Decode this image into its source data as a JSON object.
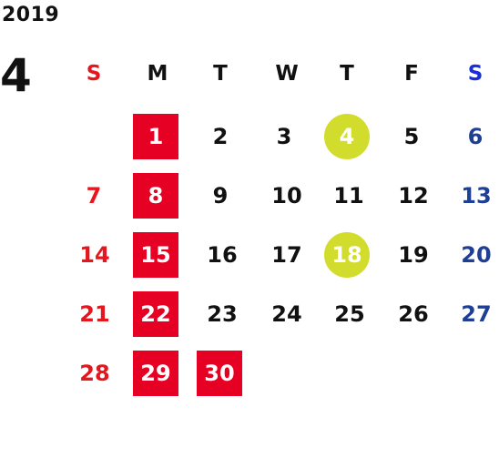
{
  "calendar": {
    "year": "2019",
    "month": "4",
    "weekdays": [
      "S",
      "M",
      "T",
      "W",
      "T",
      "F",
      "S"
    ],
    "days": [
      "1",
      "2",
      "3",
      "4",
      "5",
      "6",
      "7",
      "8",
      "9",
      "10",
      "11",
      "12",
      "13",
      "14",
      "15",
      "16",
      "17",
      "18",
      "19",
      "20",
      "21",
      "22",
      "23",
      "24",
      "25",
      "26",
      "27",
      "28",
      "29",
      "30"
    ]
  },
  "colors": {
    "sunday": "#e5161d",
    "saturday": "#1e3f95",
    "holiday_fill": "#e60023",
    "marked_fill": "#d2dc2c"
  }
}
